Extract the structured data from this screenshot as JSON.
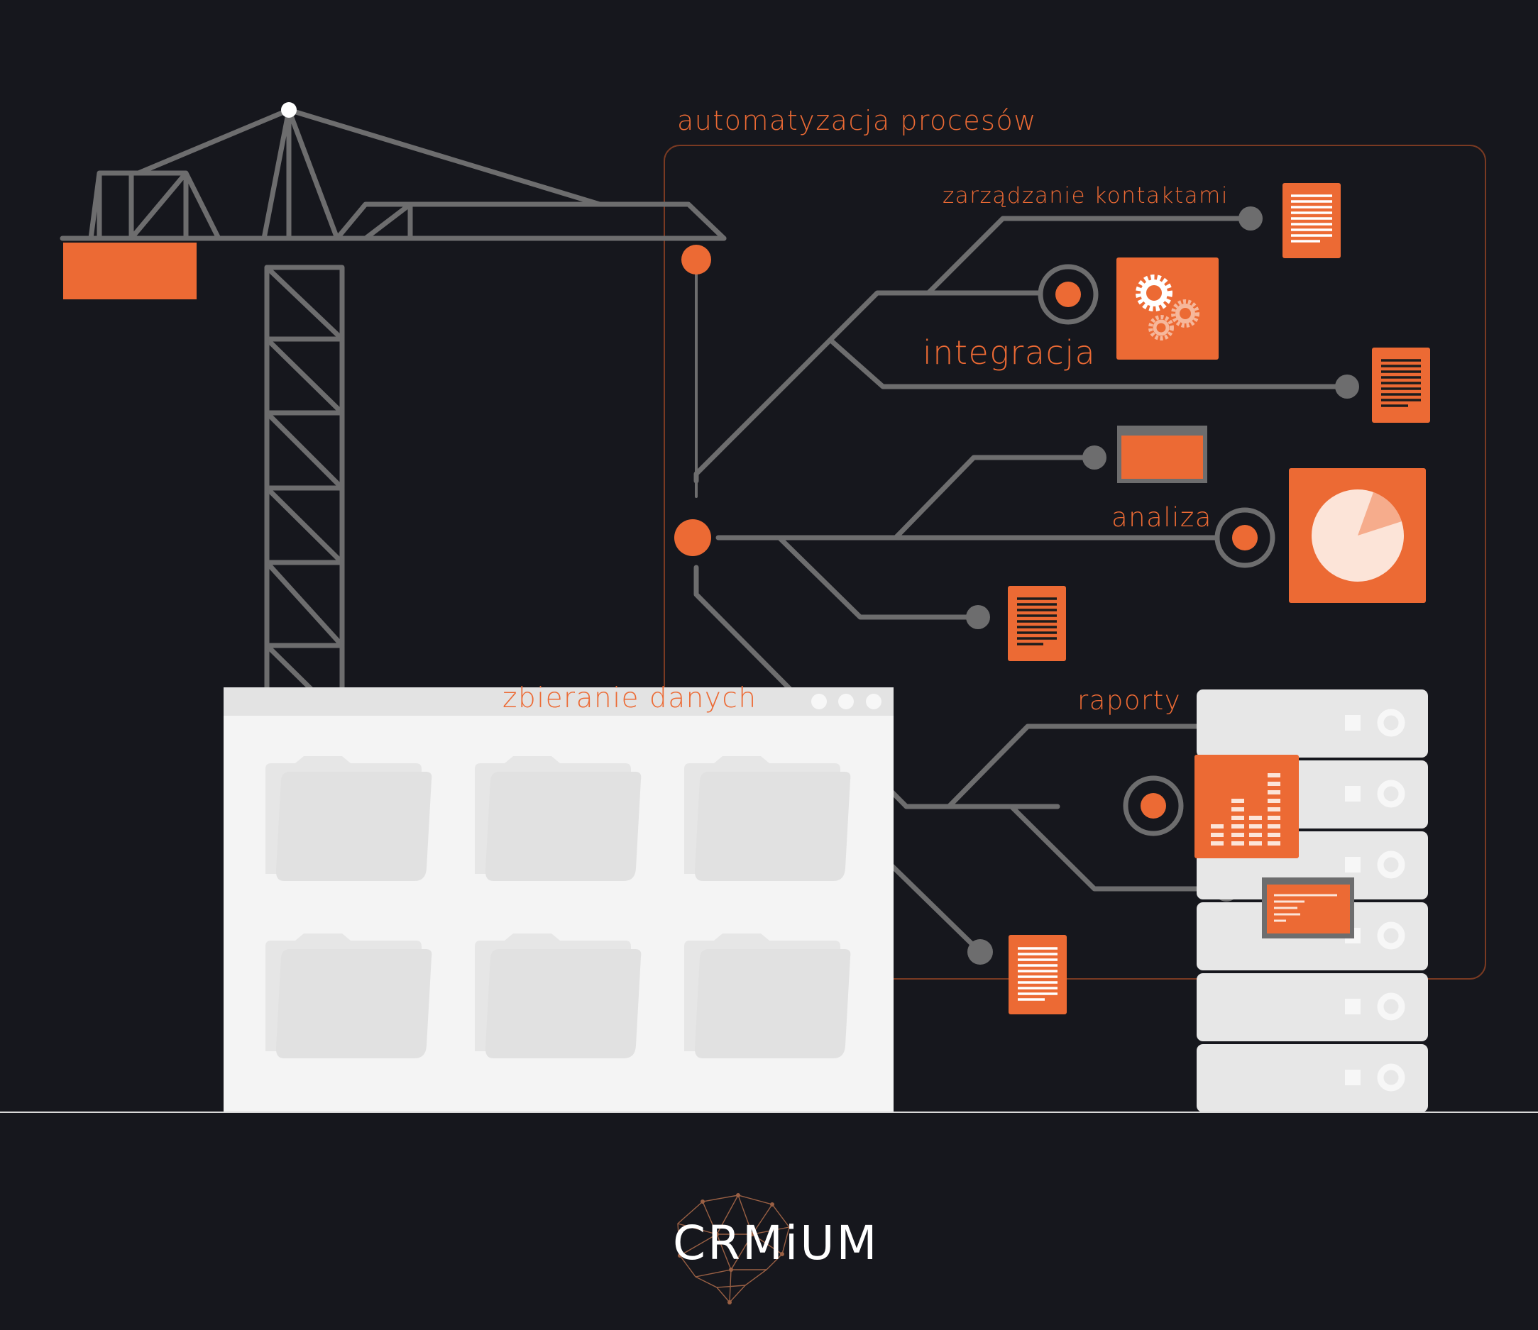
{
  "labels": {
    "automation": "automatyzacja procesów",
    "contacts": "zarządzanie kontaktami",
    "integration": "integracja",
    "analysis": "analiza",
    "data_collection": "zbieranie danych",
    "reports": "raporty"
  },
  "logo": {
    "text": "CRMiUM"
  },
  "colors": {
    "background": "#16171d",
    "accent": "#ec6a34",
    "line": "#6d6d6e",
    "panel": "#f4f4f4",
    "folder": "#e3e3e3"
  }
}
